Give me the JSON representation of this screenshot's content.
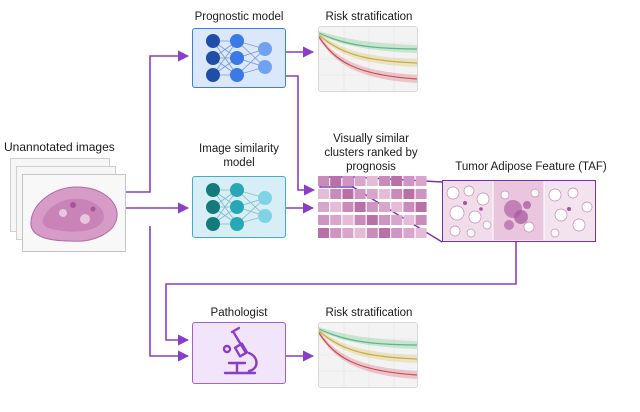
{
  "labels": {
    "unannotated": "Unannotated images",
    "prognostic_model": "Prognostic model",
    "risk_top": "Risk stratification",
    "similarity_model_1": "Image similarity",
    "similarity_model_2": "model",
    "clusters_1": "Visually similar",
    "clusters_2": "clusters ranked by",
    "clusters_3": "prognosis",
    "taf": "Tumor Adipose Feature (TAF)",
    "pathologist": "Pathologist",
    "risk_bottom": "Risk stratification"
  },
  "colors": {
    "arrow": "#8a3ec4",
    "prognostic_box_bg": "#dbe8fb",
    "prognostic_box_border": "#3f7ee0",
    "similarity_box_bg": "#d7eef6",
    "similarity_box_border": "#4aa9c4",
    "pathologist_box_bg": "#f1e4fb",
    "pathologist_box_border": "#a25fd6",
    "curve_green": "#7ec99a",
    "curve_yellow": "#d9c36a",
    "curve_red": "#d9707a",
    "tissue": "#c77fb6"
  },
  "icons": {
    "prognostic": "neural-network-icon",
    "similarity": "neural-network-icon",
    "pathologist": "microscope-icon"
  }
}
